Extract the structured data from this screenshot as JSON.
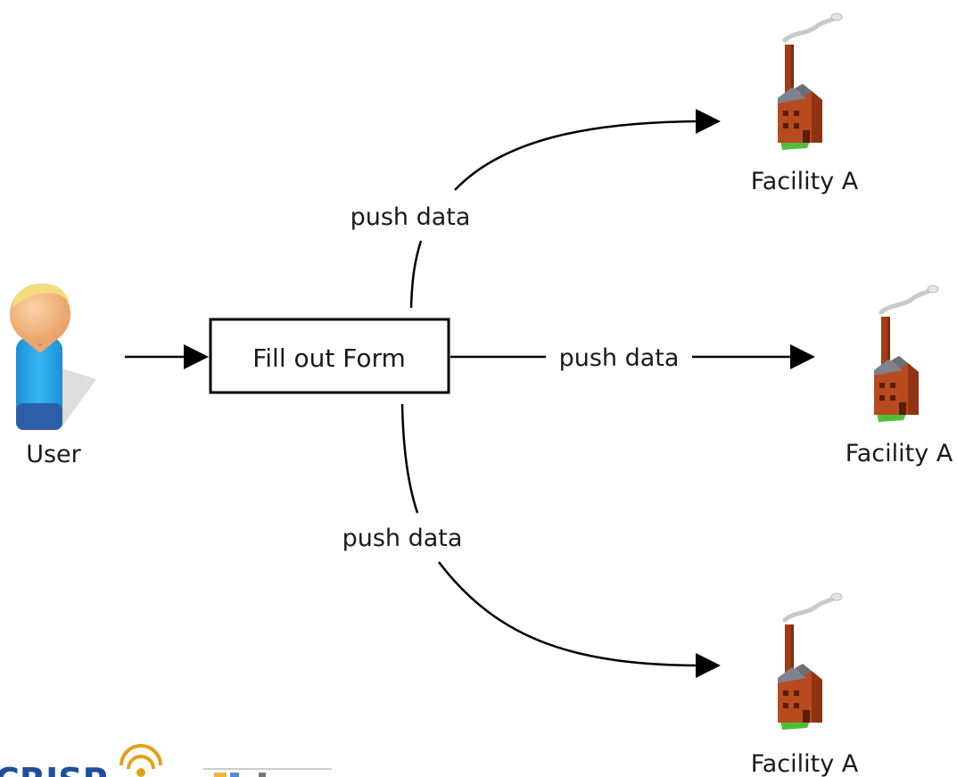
{
  "nodes": {
    "user": {
      "label": "User"
    },
    "process": {
      "label": "Fill out Form"
    },
    "facility_top": {
      "label": "Facility A"
    },
    "facility_middle": {
      "label": "Facility A"
    },
    "facility_bottom": {
      "label": "Facility A"
    }
  },
  "edges": {
    "user_to_form": {
      "label": ""
    },
    "to_top": {
      "label": "push data"
    },
    "to_middle": {
      "label": "push data"
    },
    "to_bottom": {
      "label": "push data"
    }
  },
  "logos": {
    "left": {
      "text": "CRISP"
    },
    "right": {
      "text": ""
    }
  },
  "colors": {
    "line": "#000000",
    "box_border": "#000000",
    "user_shirt": "#2aa7e8",
    "user_pants": "#2d5fa8",
    "user_face": "#f2b07a",
    "user_hair": "#f3dc7e",
    "factory_brick": "#b84a1f",
    "factory_roof": "#6b6f78",
    "factory_grass": "#4fbf3a",
    "logo_blue": "#1f4e9c",
    "logo_gold": "#e3a21a"
  }
}
